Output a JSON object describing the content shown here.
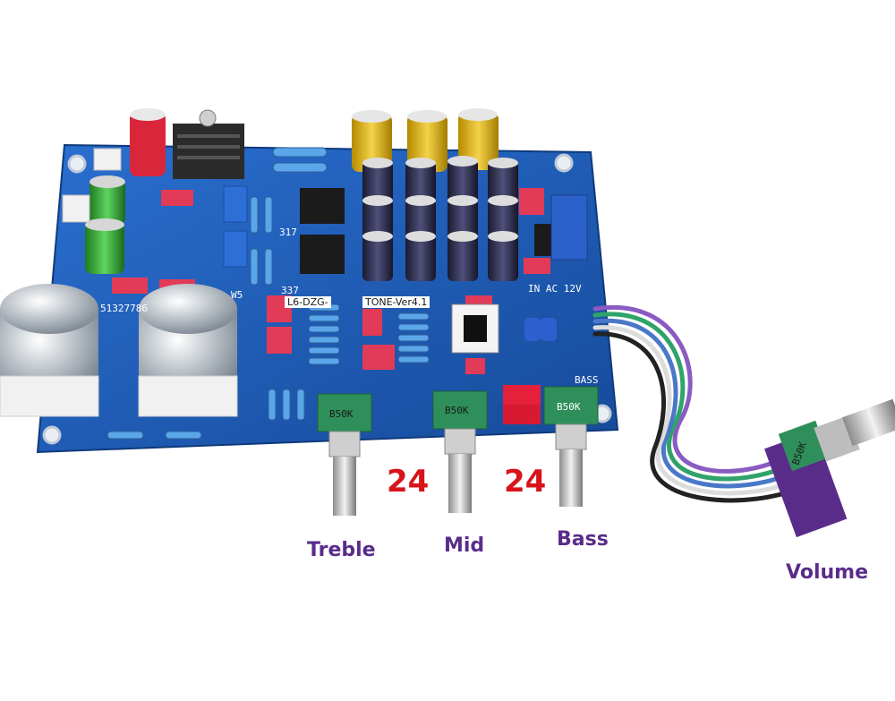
{
  "labels": {
    "treble": "Treble",
    "mid": "Mid",
    "bass": "Bass",
    "volume": "Volume",
    "detent_left": "24",
    "detent_right": "24"
  },
  "board": {
    "model_text": "L6-DZG-",
    "model_text_2": "TONE-Ver4.1",
    "power_text": "IN AC 12V",
    "reg_left": "317",
    "reg_right": "337",
    "w5": "W5",
    "phone": "51327786",
    "bass_silk": "BASS",
    "pot_left": "B50K",
    "pot_mid": "B50K",
    "pot_right": "B50K",
    "pot_volume": "B50K"
  },
  "colors": {
    "label_purple": "#5a2c8a",
    "number_red": "#d7141a",
    "pcb_blue": "#1f5fb8",
    "pot_green": "#2f8f5a"
  }
}
